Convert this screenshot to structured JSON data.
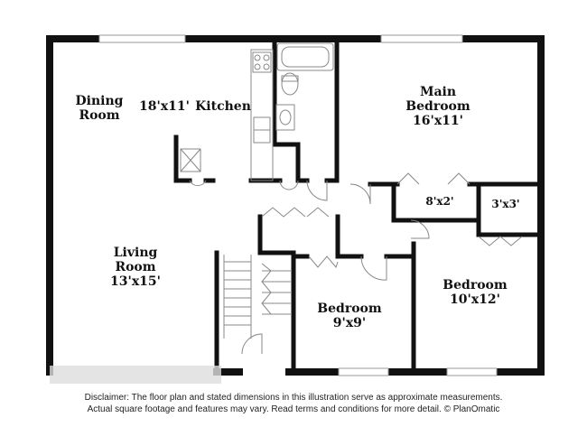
{
  "rooms": {
    "dining": {
      "name_line1": "Dining",
      "name_line2": "Room"
    },
    "kitchen": {
      "dims": "18'x11'",
      "name": "Kitchen"
    },
    "main_bedroom": {
      "name_line1": "Main",
      "name_line2": "Bedroom",
      "dims": "16'x11'"
    },
    "closet_main": {
      "dims": "8'x2'"
    },
    "closet_small": {
      "dims": "3'x3'"
    },
    "living": {
      "name_line1": "Living",
      "name_line2": "Room",
      "dims": "13'x15'"
    },
    "bedroom_9": {
      "name": "Bedroom",
      "dims": "9'x9'"
    },
    "bedroom_10": {
      "name": "Bedroom",
      "dims": "10'x12'"
    }
  },
  "disclaimer": {
    "line1": "Disclaimer: The floor plan and stated dimensions in this illustration serve as approximate measurements.",
    "line2": "Actual square footage and features may vary. Read terms and conditions for more detail. © PlanOmatic"
  },
  "colors": {
    "wall": "#111111",
    "fixture": "#888888",
    "window": "#bbbbbb",
    "background": "#ffffff"
  }
}
